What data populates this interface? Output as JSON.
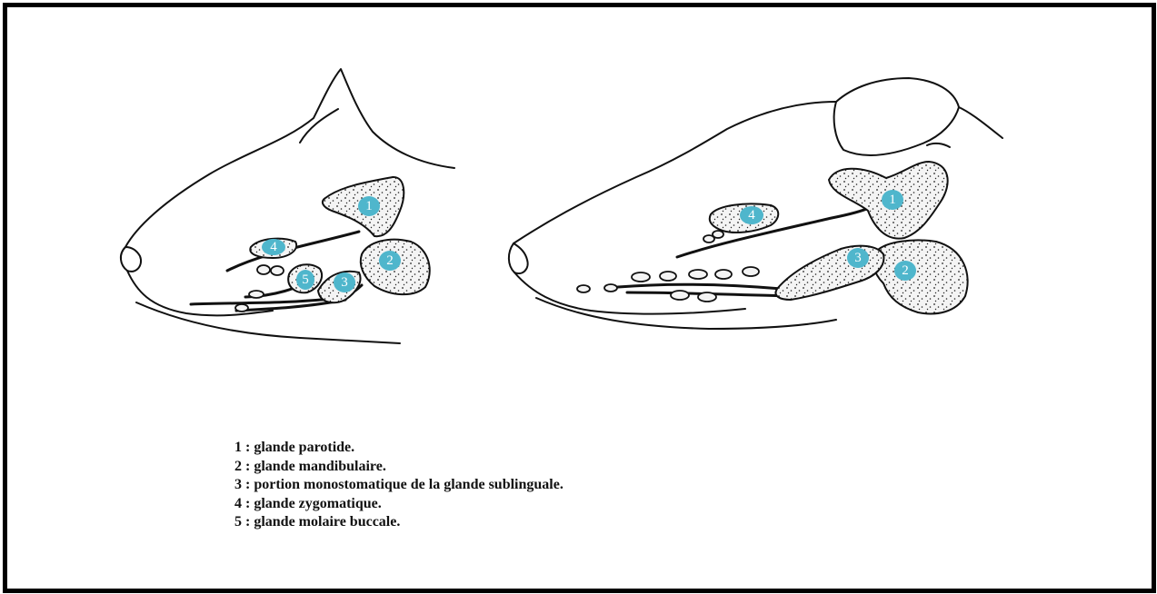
{
  "colors": {
    "outline": "#111111",
    "gland_fill": "#f4f4f4",
    "badge": "#4fb6cc",
    "badge_text": "#ffffff",
    "frame": "#000000"
  },
  "cat_labels": {
    "parotid": "1",
    "mandibular": "2",
    "sublingual": "3",
    "zygomatic": "4",
    "molar": "5"
  },
  "dog_labels": {
    "parotid": "1",
    "mandibular": "2",
    "sublingual": "3",
    "zygomatic": "4"
  },
  "legend": [
    {
      "num": "1",
      "text": "glande parotide."
    },
    {
      "num": "2",
      "text": "glande mandibulaire."
    },
    {
      "num": "3",
      "text": "portion monostomatique de la glande sublinguale."
    },
    {
      "num": "4",
      "text": "glande zygomatique."
    },
    {
      "num": "5",
      "text": "glande molaire buccale."
    }
  ],
  "legend_separator": " : "
}
